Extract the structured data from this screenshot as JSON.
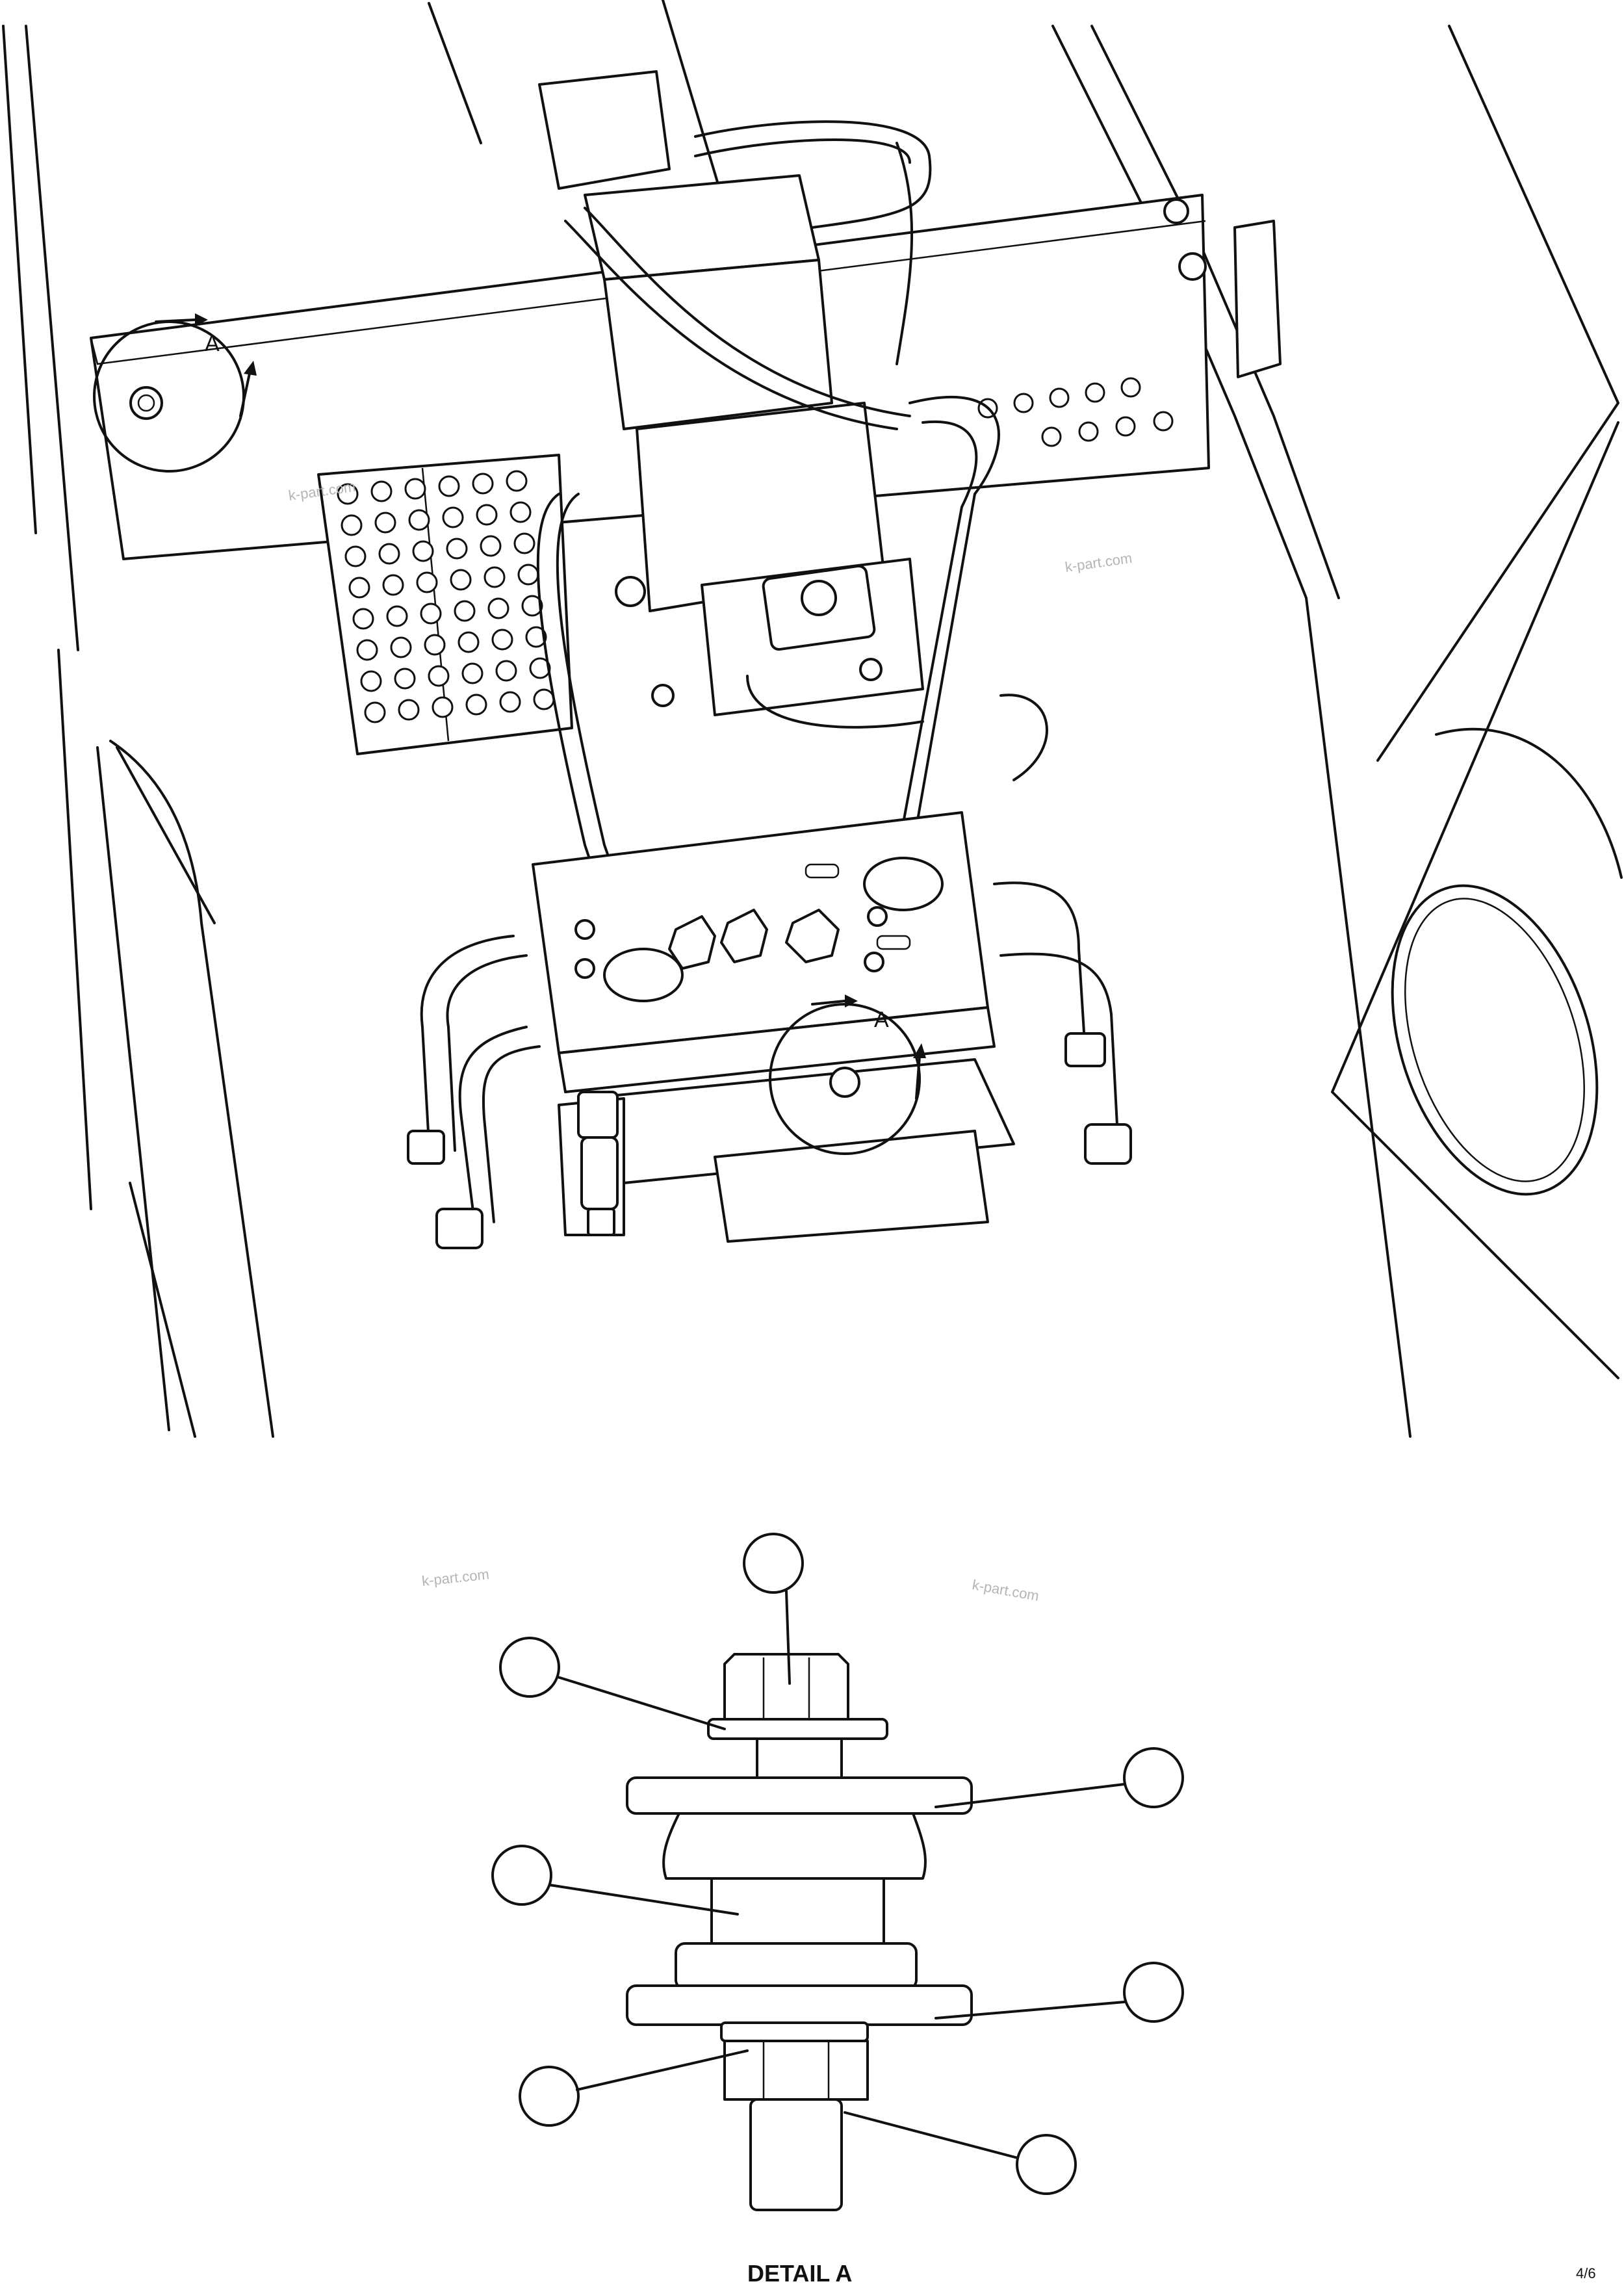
{
  "view_markers": {
    "upper_left": "A",
    "lower_center": "A"
  },
  "watermarks": [
    "k-part.com",
    "k-part.com",
    "k-part.com",
    "k-part.com"
  ],
  "detail": {
    "title": "DETAIL A"
  },
  "page_code": "4/6"
}
